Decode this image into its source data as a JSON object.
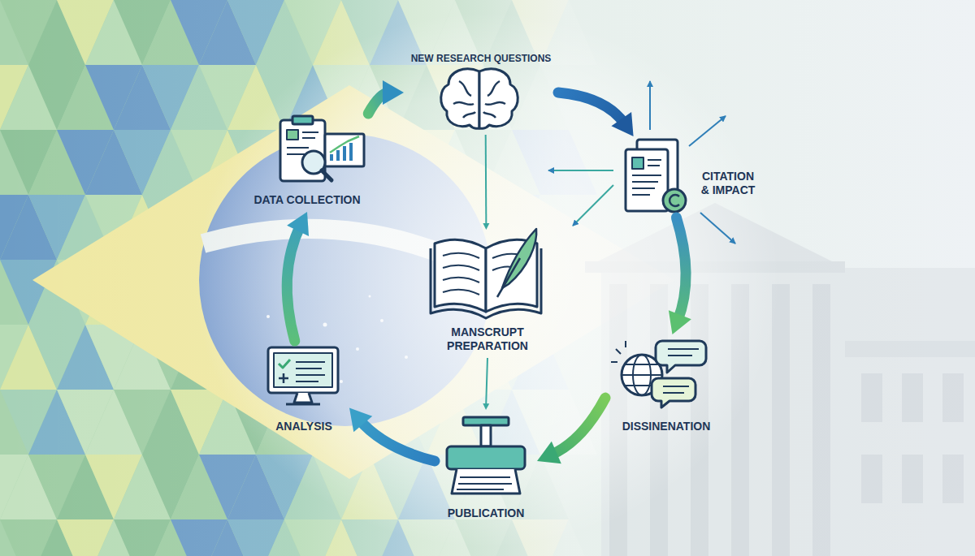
{
  "diagram": {
    "nodes": [
      {
        "text": [
          "NEW RESEARCH QUESTIONS"
        ]
      },
      {
        "text": [
          "DATA COLLECTION"
        ]
      },
      {
        "text": [
          "CITATION & IMPACT"
        ]
      },
      {
        "text": [
          "MANSCRUPT PREPARATION"
        ]
      },
      {
        "text": [
          "ANALYSIS"
        ]
      },
      {
        "text": [
          "DISSINENATION"
        ]
      },
      {
        "text": [
          "PUBLICATION"
        ]
      }
    ],
    "edges": [
      {
        "from": 1,
        "to": 0,
        "arrow": "to"
      },
      {
        "from": 0,
        "to": 2,
        "arrow": "to"
      },
      {
        "from": 2,
        "to": 5,
        "arrow": "to"
      },
      {
        "from": 5,
        "to": 6,
        "arrow": "to"
      },
      {
        "from": 6,
        "to": 4,
        "arrow": "to"
      },
      {
        "from": 4,
        "to": 1,
        "arrow": "to"
      },
      {
        "from": 0,
        "to": 3,
        "arrow": "to"
      },
      {
        "from": 3,
        "to": 6,
        "arrow": "to"
      }
    ]
  }
}
